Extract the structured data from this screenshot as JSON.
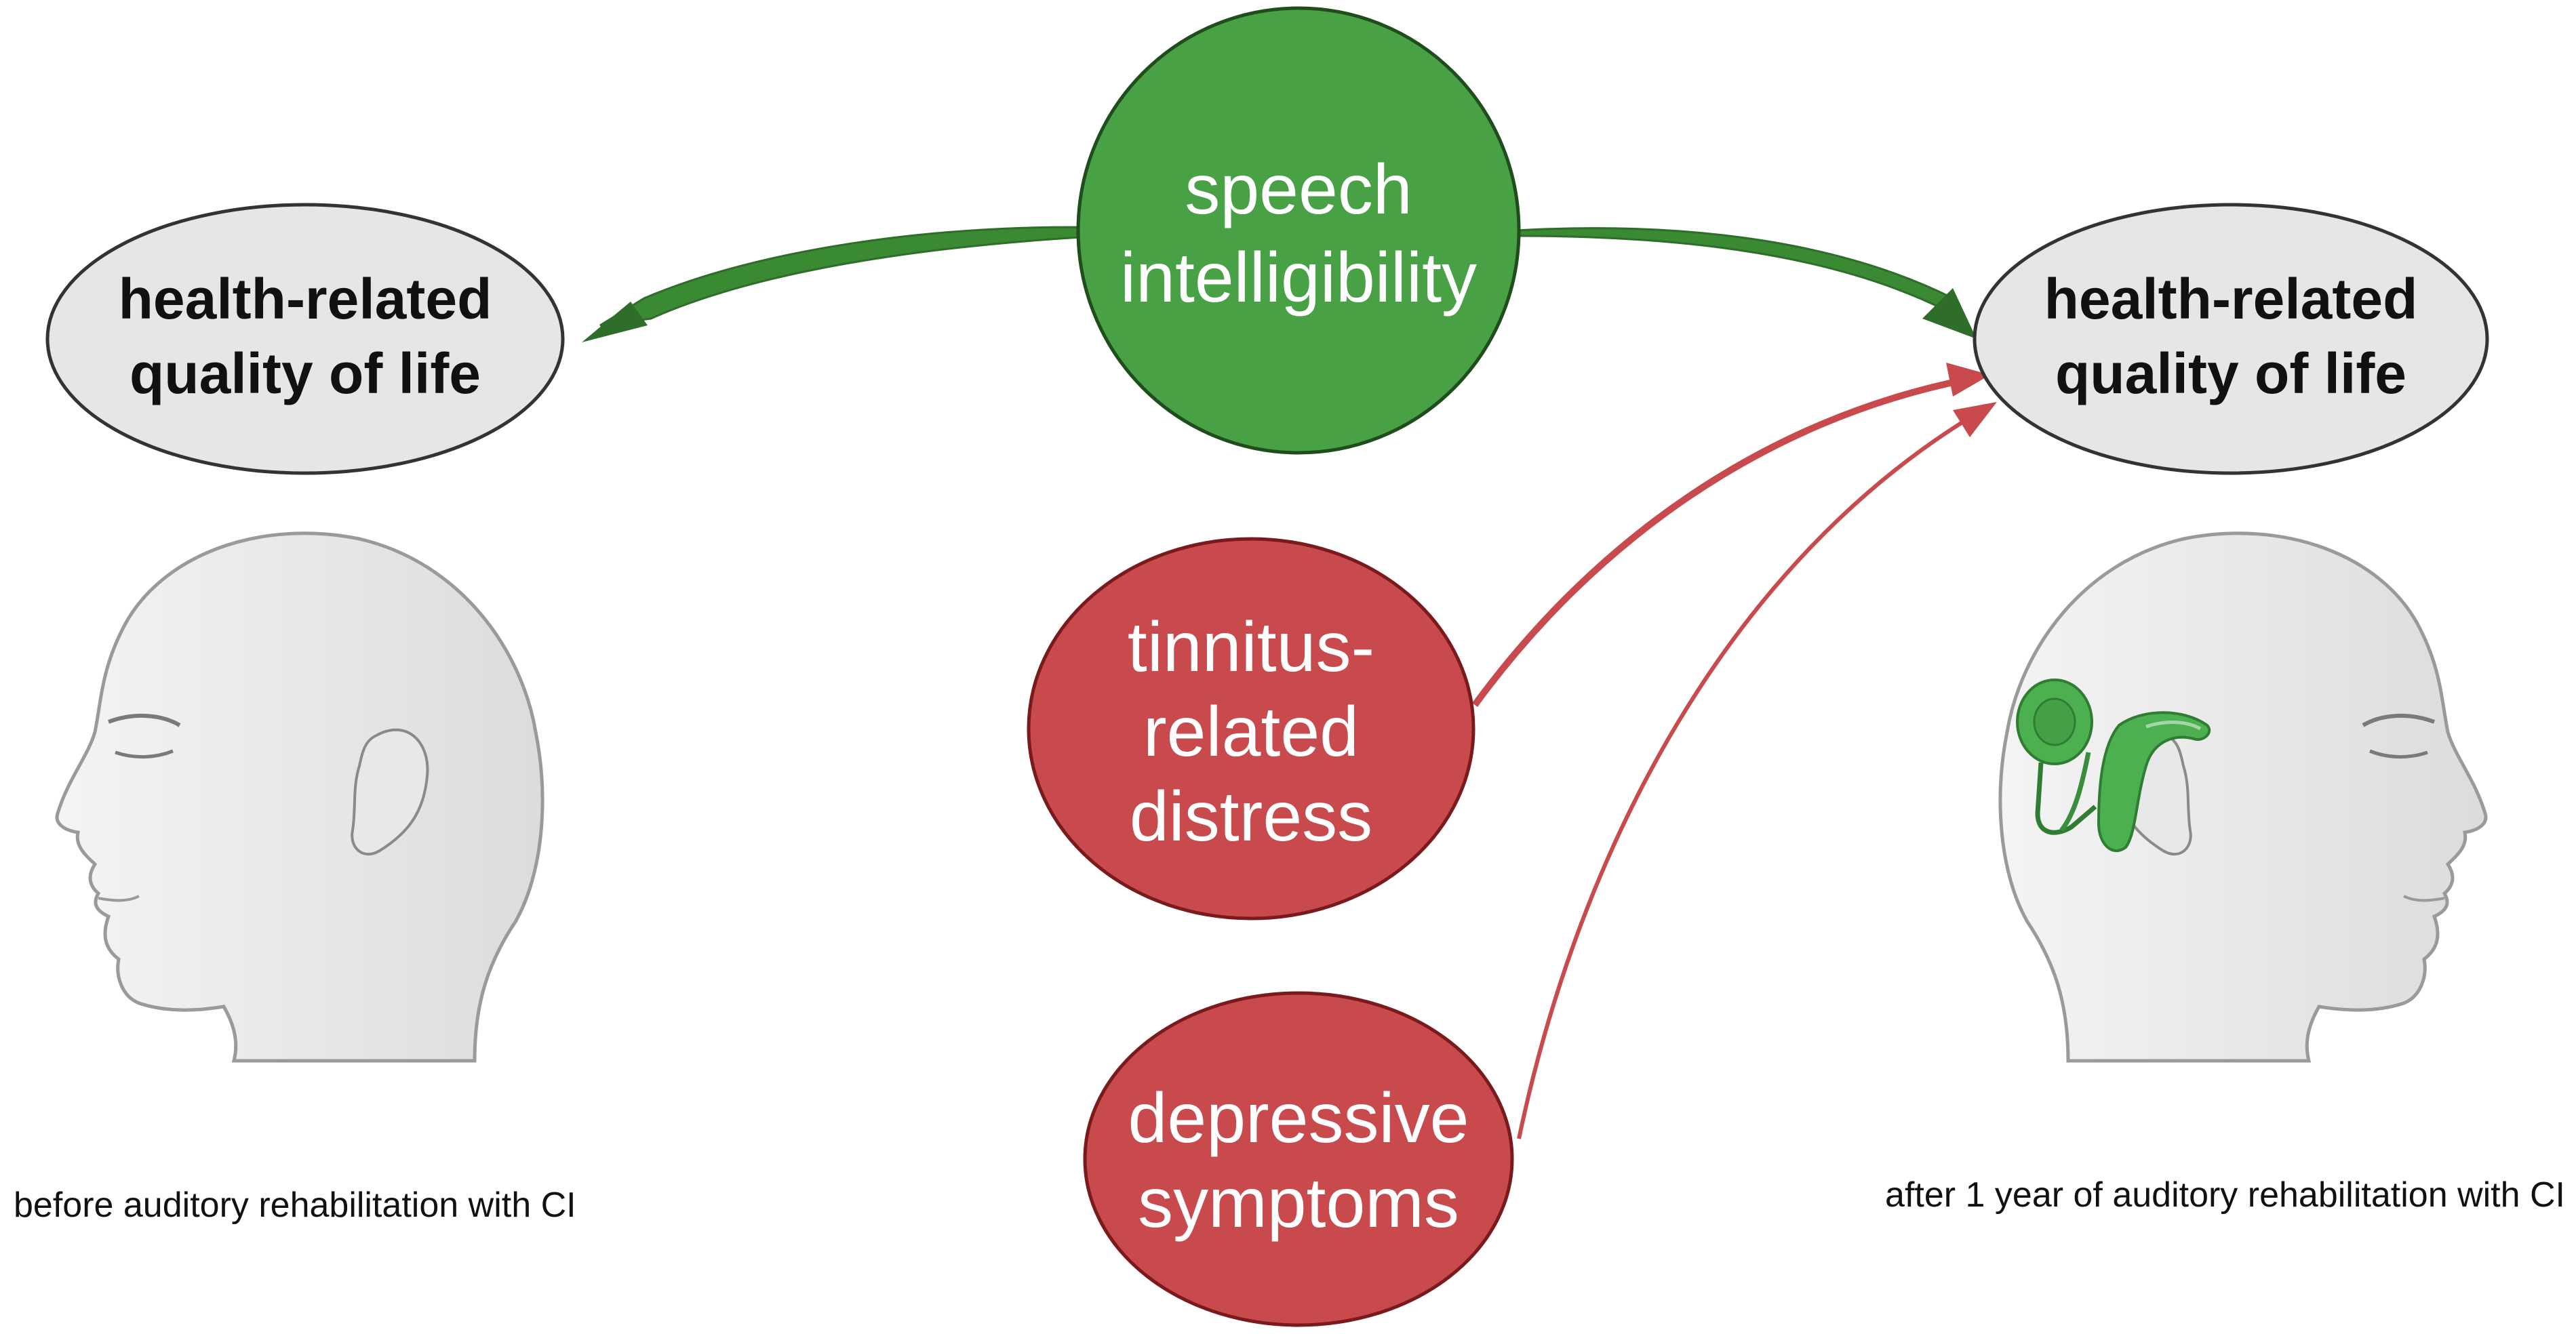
{
  "left_node": {
    "line1": "health-related",
    "line2": "quality of life"
  },
  "right_node": {
    "line1": "health-related",
    "line2": "quality of life"
  },
  "speech_node": {
    "line1": "speech",
    "line2": "intelligibility"
  },
  "tinnitus_node": {
    "line1": "tinnitus-",
    "line2": "related",
    "line3": "distress"
  },
  "depressive_node": {
    "line1": "depressive",
    "line2": "symptoms"
  },
  "captions": {
    "before": "before auditory rehabilitation with CI",
    "after": "after 1 year of auditory rehabilitation with CI"
  },
  "colors": {
    "green": "#48a145",
    "green_dark": "#2e6e2a",
    "red": "#c84a4d",
    "red_dark": "#7b1a1c",
    "oval_fill": "#e6e6e6",
    "head_fill": "#eeeeee",
    "device_green": "#4caf50"
  },
  "icons": {
    "left_head": "head-profile-facing-left-icon",
    "right_head": "head-profile-with-cochlear-implant-icon"
  }
}
